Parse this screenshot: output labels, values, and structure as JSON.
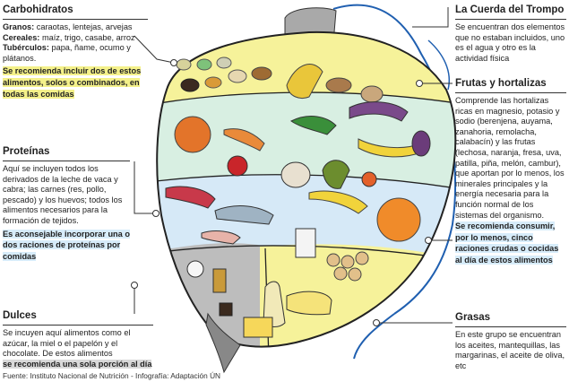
{
  "carbohidratos": {
    "title": "Carbohidratos",
    "granos_label": "Granos:",
    "granos_text": "caraotas, lentejas, arvejas",
    "cereales_label": "Cereales:",
    "cereales_text": "maíz, trigo, casabe, arroz",
    "tuberculos_label": "Tubérculos:",
    "tuberculos_text": "papa, ñame, ocumo y plátanos.",
    "recommendation": "Se recomienda incluir dos de estos alimentos, solos o combinados, en todas las comidas"
  },
  "proteinas": {
    "title": "Proteínas",
    "text": "Aquí se incluyen todos los derivados de la leche de vaca y cabra; las carnes (res, pollo, pescado) y los huevos; todos los alimentos necesarios para la formación de tejidos.",
    "recommendation": "Es aconsejable incorporar una o dos raciones de proteínas por comidas"
  },
  "dulces": {
    "title": "Dulces",
    "text": "Se incuyen aquí alimentos como el azúcar, la miel o el papelón y el chocolate. De estos alimentos",
    "recommendation": "se recomienda una sola porción al día"
  },
  "cuerda": {
    "title": "La Cuerda del Trompo",
    "text": "Se encuentran dos elementos que no estaban incluidos, uno es el agua y otro es la actividad física"
  },
  "frutas": {
    "title": "Frutas y hortalizas",
    "text": "Comprende las hortalizas ricas en magnesio, potasio y sodio (berenjena, auyama, zanahoria, remolacha, calabacín) y las frutas (lechosa, naranja, fresa, uva, patilla, piña, melón, cambur), que aportan por lo menos, los minerales principales y la energía necesaria para la función normal de los sistemas del organismo.",
    "recommendation": "Se recomienda consumir, por lo menos, cinco raciones crudas o cocidas al día de estos alimentos"
  },
  "grasas": {
    "title": "Grasas",
    "text": "En este grupo se encuentran los aceites, mantequillas, las margarinas, el aceite de oliva, etc"
  },
  "source": "Fuente: Instituto Nacional de Nutrición - Infografía: Adaptación ÚN",
  "colors": {
    "carbs_band": "#f6f29a",
    "fruits_band": "#d8efe2",
    "protein_band": "#d6e9f7",
    "dulces_band": "#bdbdbd",
    "grasas_band": "#f6f29a",
    "string": "#1f5fb0",
    "top_metal": "#a9a9a9"
  }
}
